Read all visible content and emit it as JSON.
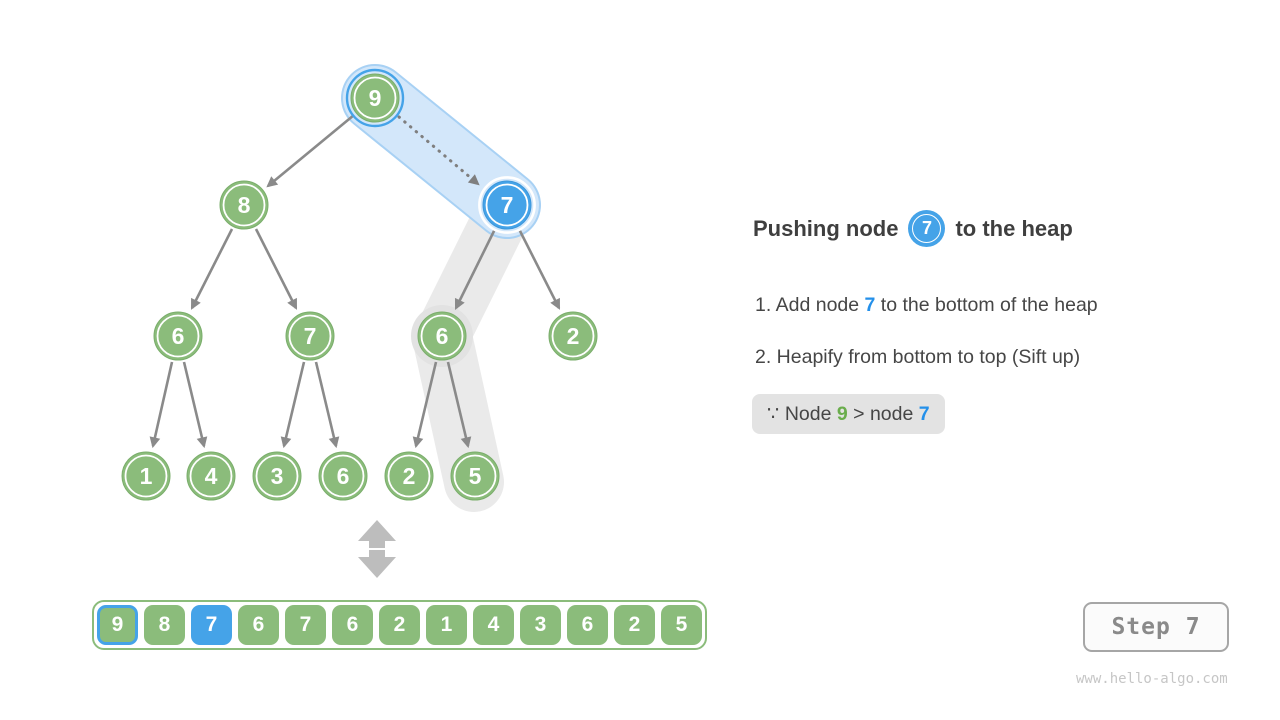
{
  "page": {
    "watermark": "www.hello-algo.com",
    "background": "#ffffff"
  },
  "colors": {
    "node_green": "#8BBC7B",
    "node_green_border": "#7AAE6B",
    "node_blue": "#45A3E8",
    "highlight_blue_fill": "#D3E7FA",
    "highlight_blue_border": "#A8D1F4",
    "highlight_gray": "#EAEAEA",
    "edge_gray": "#8A8A8A",
    "text_dark": "#3F3F3F",
    "accent_blue_text": "#2490EA",
    "accent_green_text": "#6AAD4C"
  },
  "tree": {
    "nodes": [
      {
        "value": "9"
      },
      {
        "value": "8"
      },
      {
        "value": "7"
      },
      {
        "value": "6"
      },
      {
        "value": "7"
      },
      {
        "value": "6"
      },
      {
        "value": "2"
      },
      {
        "value": "1"
      },
      {
        "value": "4"
      },
      {
        "value": "3"
      },
      {
        "value": "6"
      },
      {
        "value": "2"
      },
      {
        "value": "5"
      }
    ]
  },
  "array": {
    "cells": [
      "9",
      "8",
      "7",
      "6",
      "7",
      "6",
      "2",
      "1",
      "4",
      "3",
      "6",
      "2",
      "5"
    ]
  },
  "panel": {
    "title_prefix": "Pushing node",
    "title_node": "7",
    "title_suffix": "to the heap",
    "steps": [
      {
        "prefix": "1. Add node ",
        "value": "7",
        "suffix": " to the bottom of the heap"
      },
      {
        "prefix": "2. Heapify from bottom to top (Sift up)",
        "value": "",
        "suffix": ""
      }
    ],
    "note": {
      "pre": "∵ Node ",
      "green": "9",
      "mid": " > node ",
      "blue": "7"
    }
  },
  "step_badge": {
    "label": "Step 7"
  }
}
